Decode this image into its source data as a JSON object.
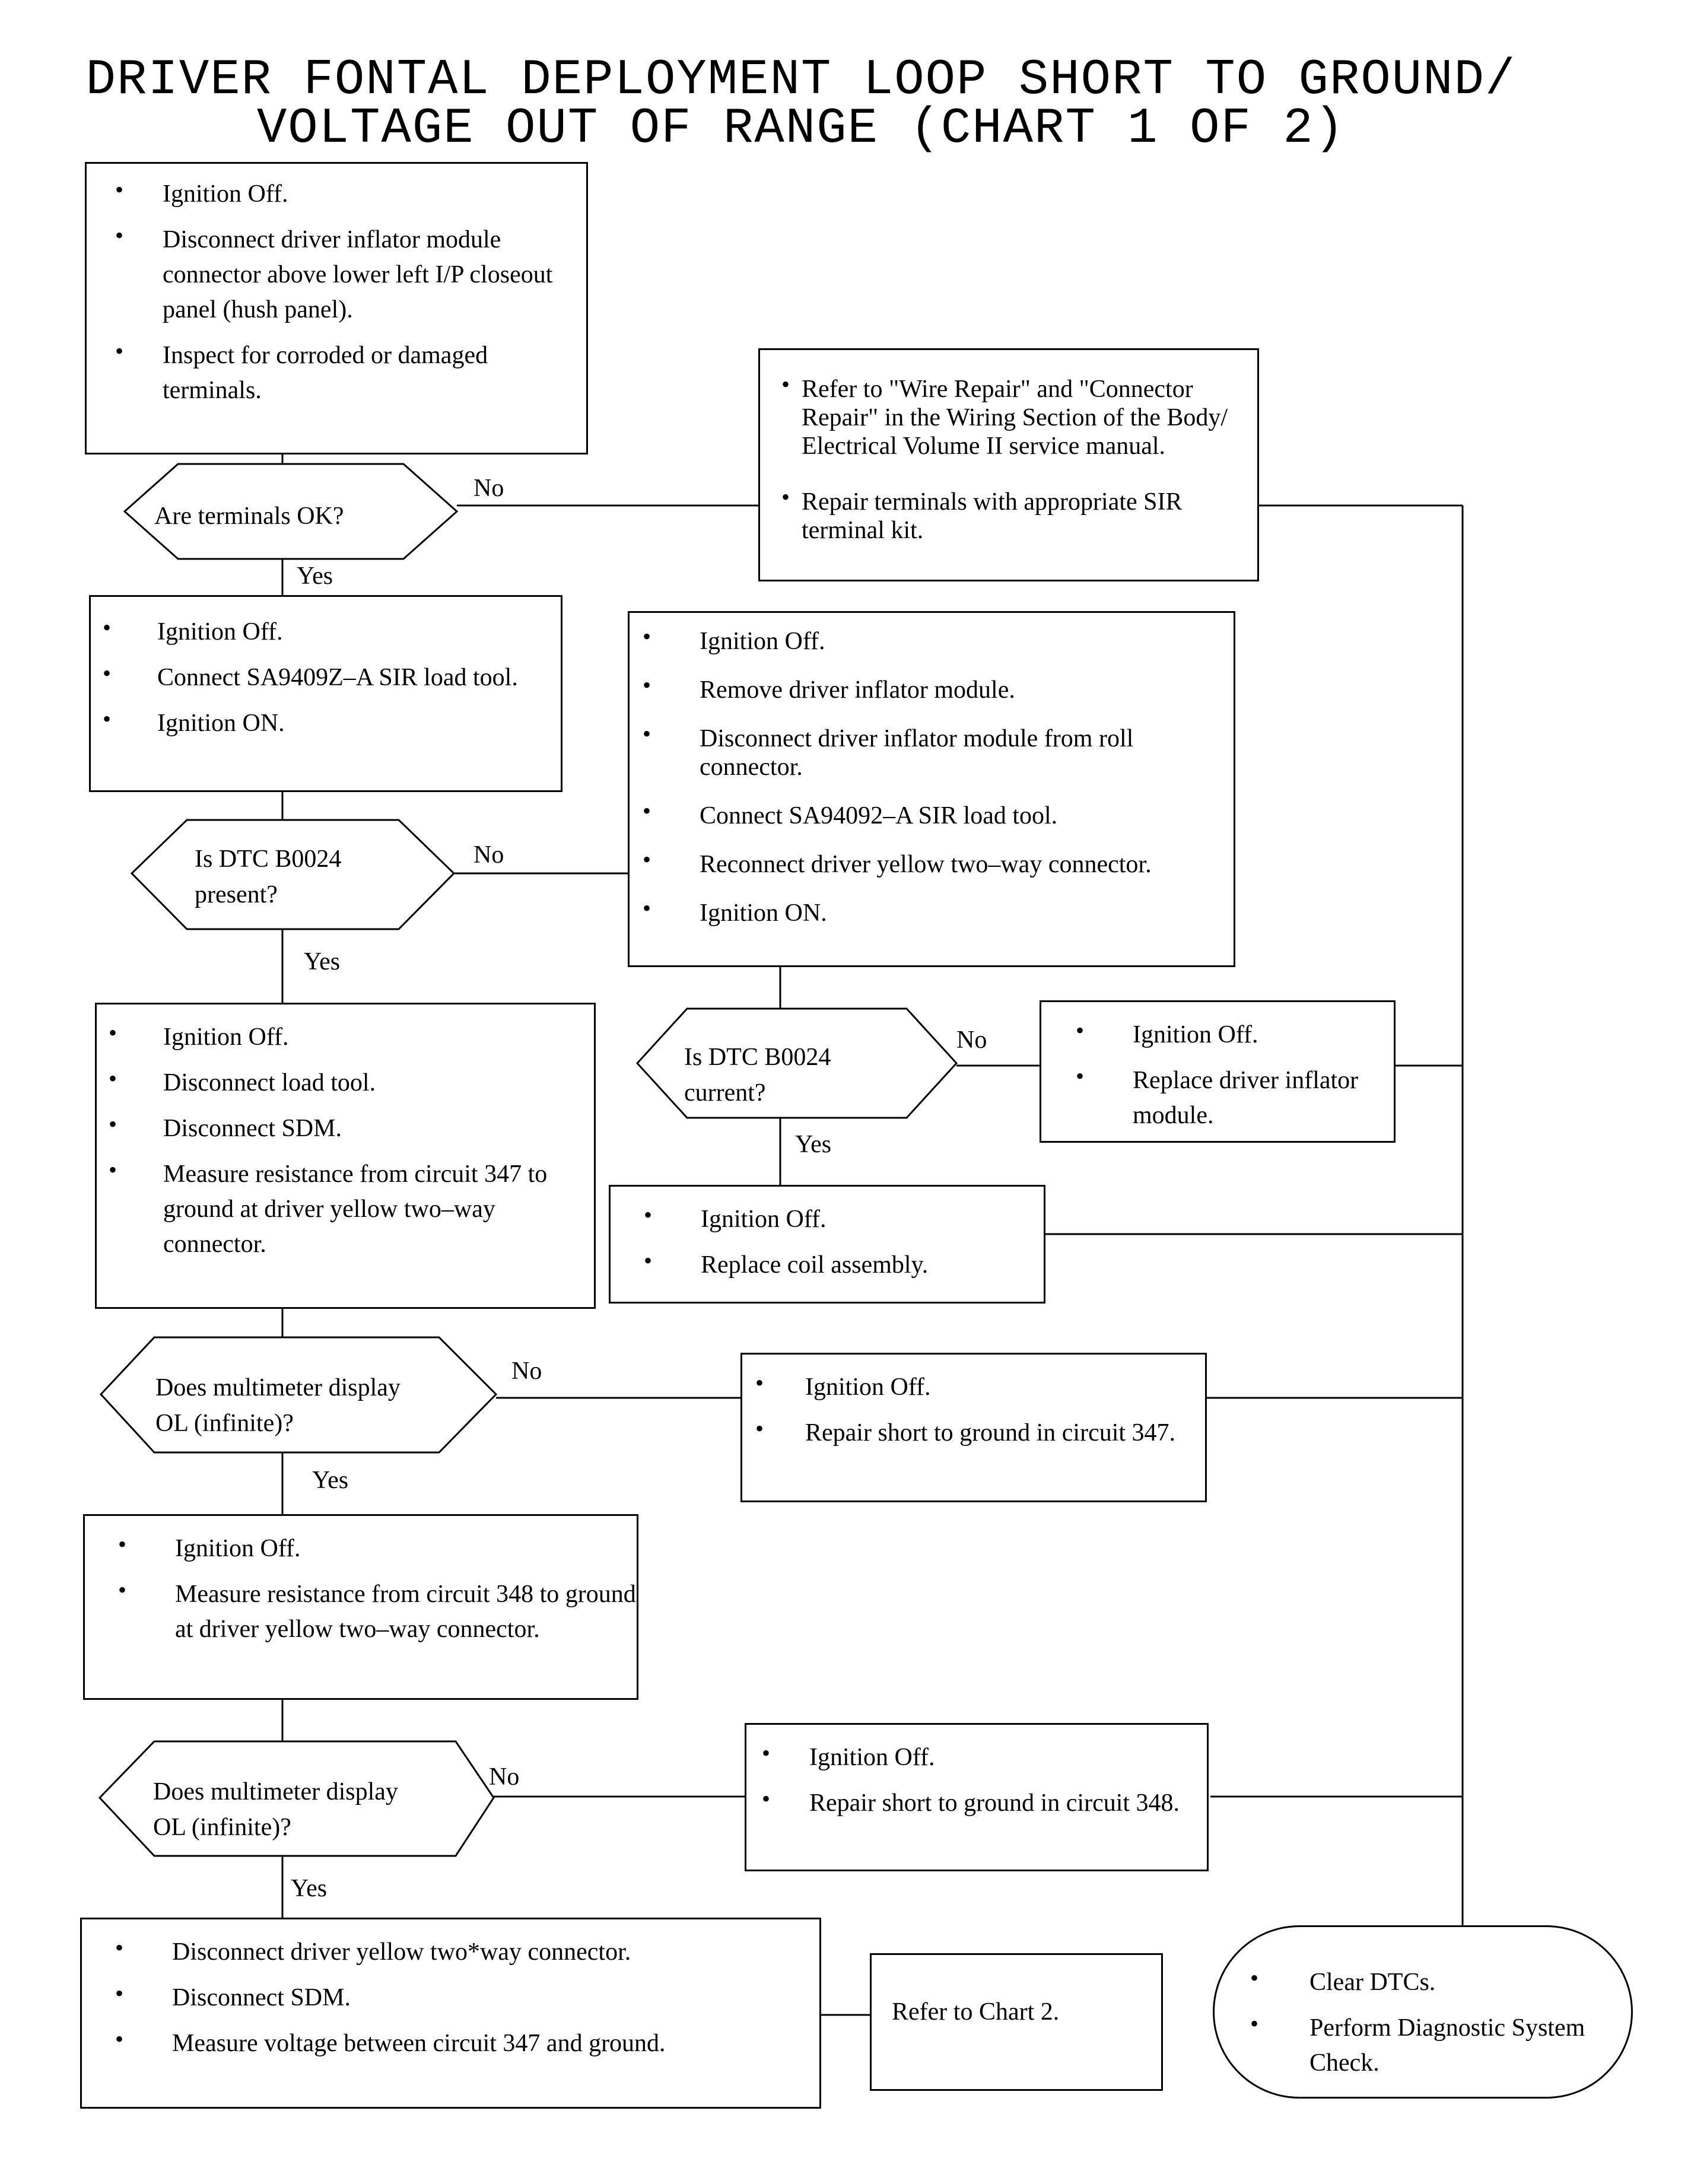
{
  "title": {
    "line1": "DRIVER FONTAL DEPLOYMENT LOOP SHORT TO GROUND/",
    "line2": "VOLTAGE OUT OF RANGE (CHART 1 OF 2)"
  },
  "steps": {
    "s1": [
      "Ignition Off.",
      "Disconnect driver inflator module connector above lower left I/P closeout panel (hush panel).",
      "Inspect for corroded or damaged terminals."
    ],
    "s2": [
      "Refer to \"Wire Repair\" and \"Connector Repair\" in the Wiring Section of the Body/ Electrical Volume II service manual.",
      "Repair terminals with appropriate SIR terminal kit."
    ],
    "s3": [
      "Ignition Off.",
      "Connect SA9409Z–A SIR load tool.",
      "Ignition ON."
    ],
    "s4": [
      "Ignition Off.",
      "Remove driver inflator module.",
      "Disconnect driver inflator module from roll connector.",
      "Connect SA94092–A SIR load tool.",
      "Reconnect driver yellow two–way connector.",
      "Ignition ON."
    ],
    "s5": [
      "Ignition Off.",
      "Disconnect load tool.",
      "Disconnect SDM.",
      "Measure resistance from circuit 347 to ground at driver yellow two–way connector."
    ],
    "s6": [
      "Ignition Off.",
      "Replace driver inflator module."
    ],
    "s7": [
      "Ignition Off.",
      "Replace coil assembly."
    ],
    "s8": [
      "Ignition Off.",
      "Repair short to ground in circuit 347."
    ],
    "s9": [
      "Ignition Off.",
      "Measure resistance from circuit 348 to ground at driver yellow two–way connector."
    ],
    "s10": [
      "Ignition Off.",
      "Repair short to ground in circuit 348."
    ],
    "s11": [
      "Disconnect driver yellow two*way connector.",
      "Disconnect SDM.",
      "Measure voltage between circuit 347 and ground."
    ],
    "end": [
      "Clear DTCs.",
      "Perform Diagnostic System Check."
    ]
  },
  "refer_chart2": "Refer to Chart 2.",
  "decisions": {
    "d1": "Are terminals OK?",
    "d2": "Is DTC B0024 present?",
    "d3": "Is DTC B0024 current?",
    "d4": "Does multimeter display OL (infinite)?",
    "d5": "Does multimeter display OL (infinite)?"
  },
  "edge_labels": {
    "yes": "Yes",
    "no": "No"
  },
  "bullet_char": "•"
}
